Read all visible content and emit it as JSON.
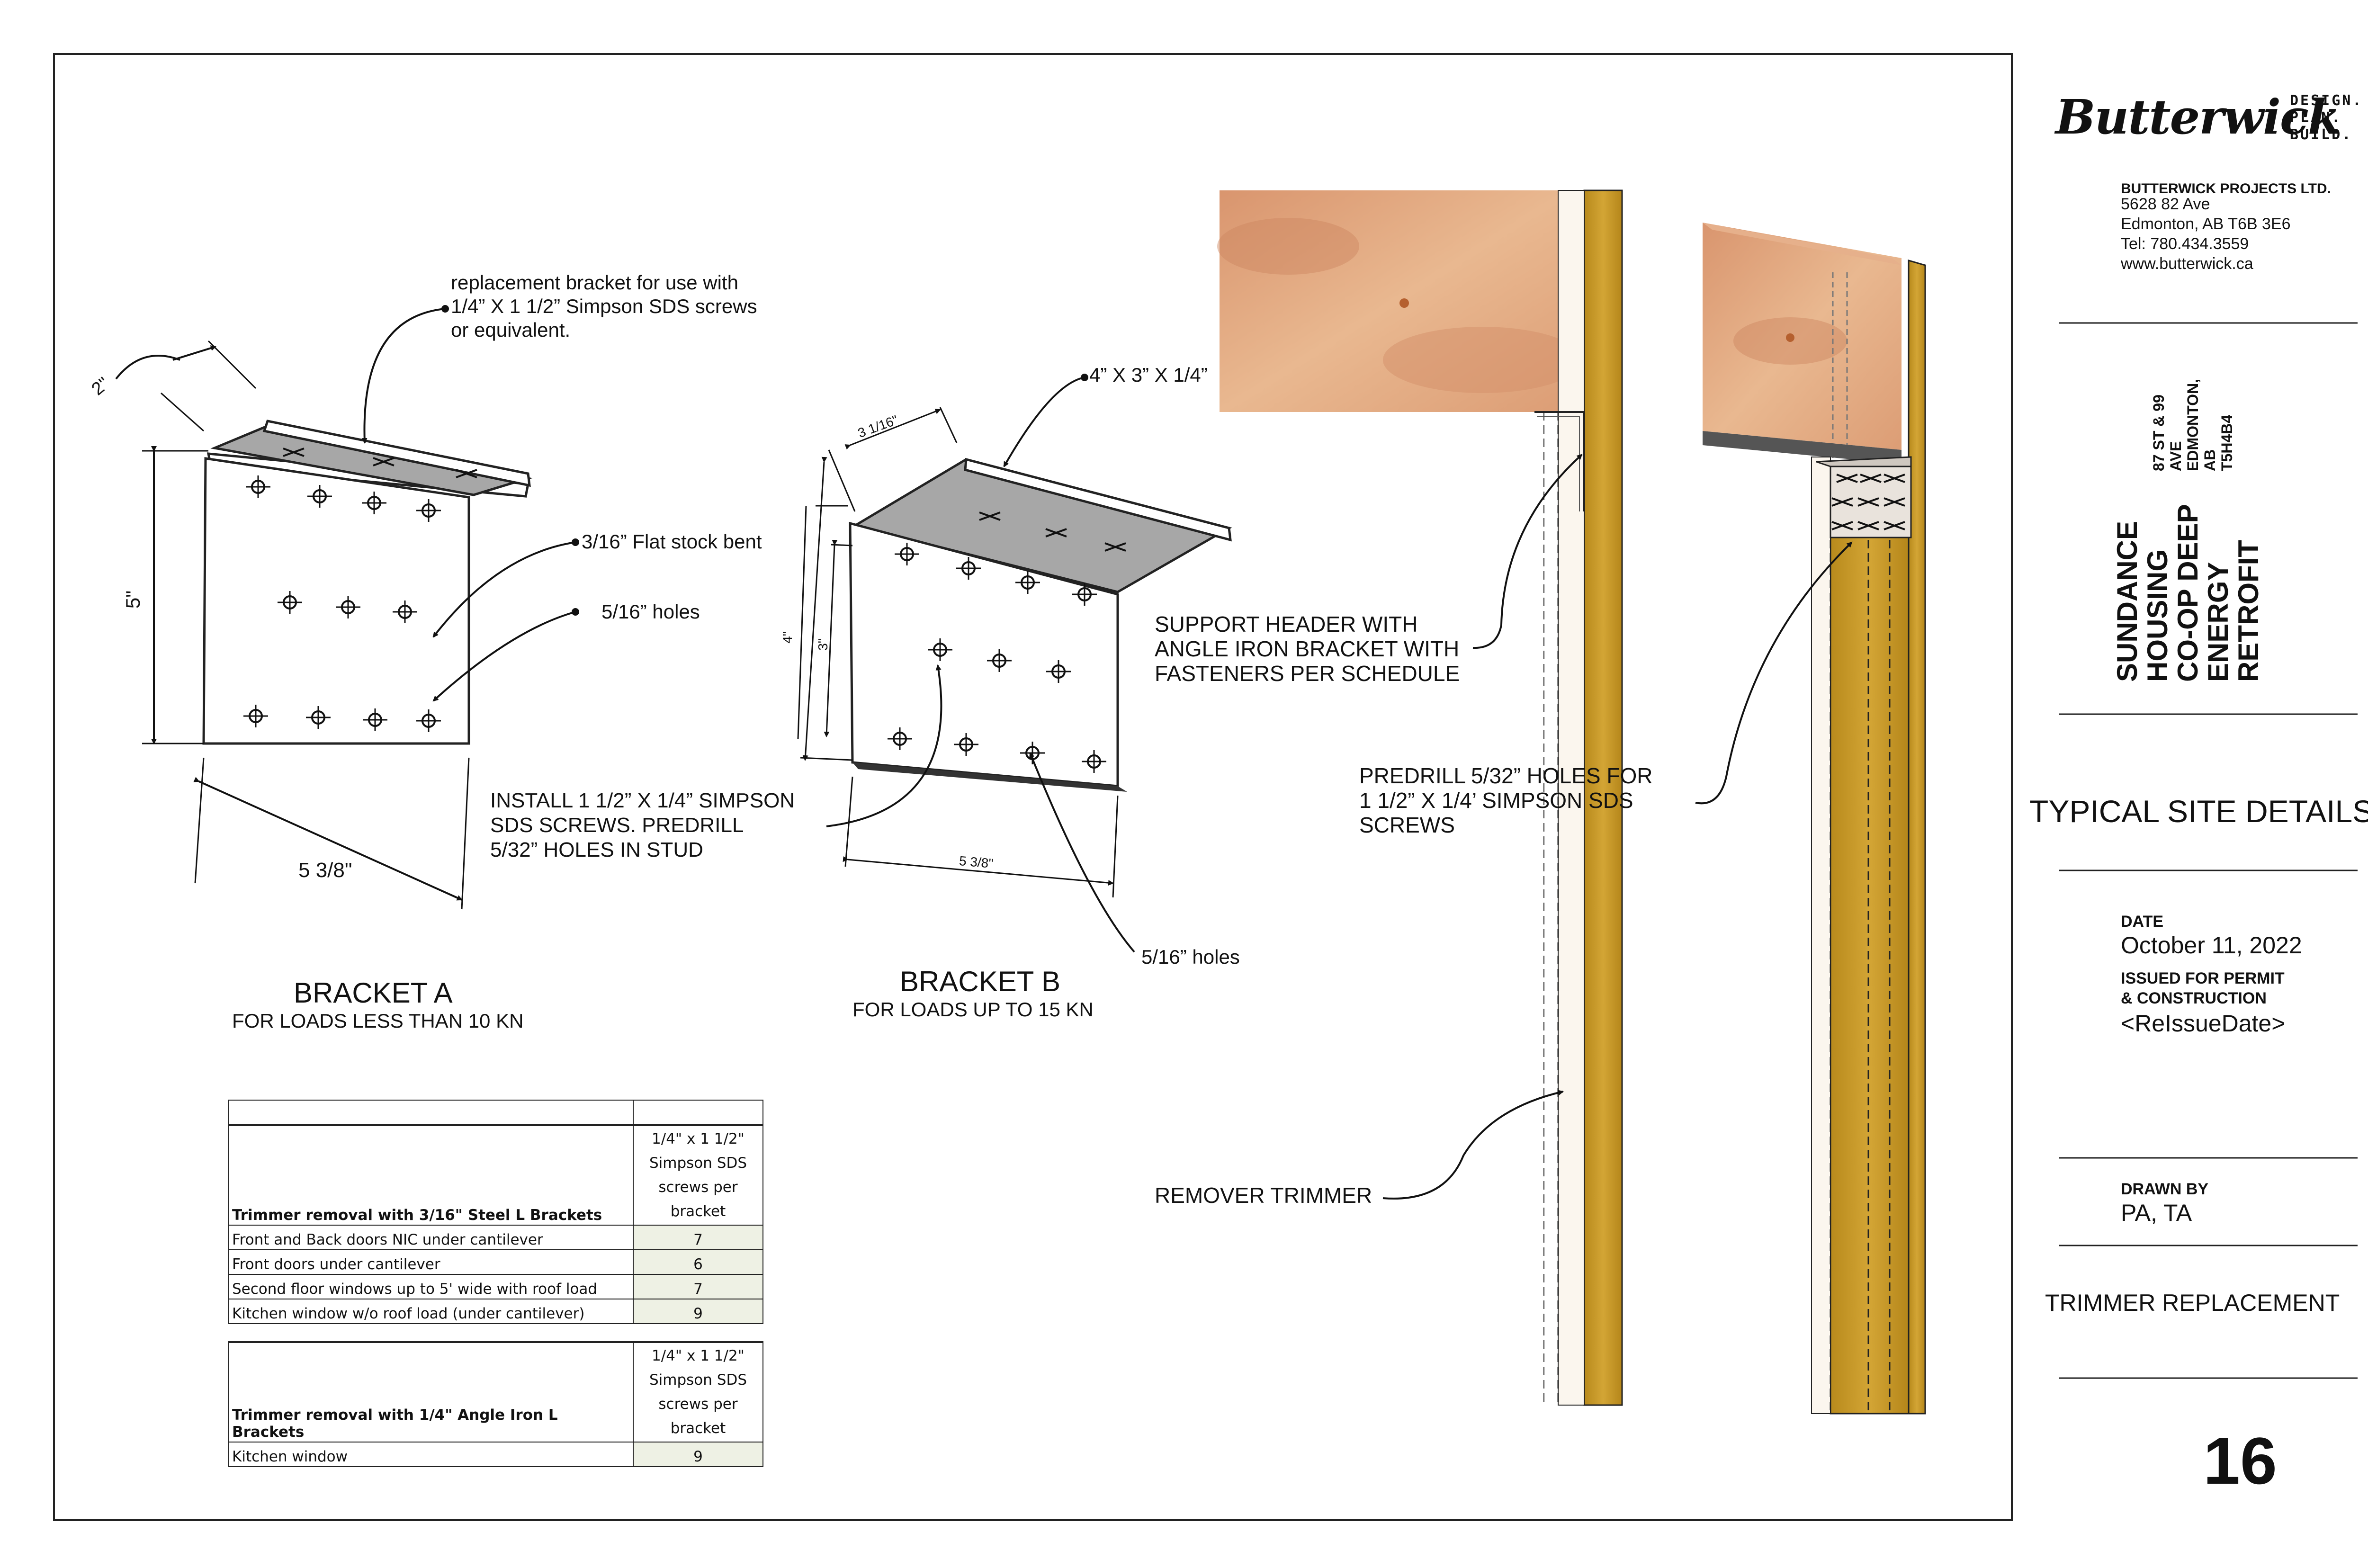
{
  "bracket_a": {
    "callout_replacement": "replacement bracket for use with\n1/4” X 1 1/2” Simpson SDS screws\nor equivalent.",
    "callout_flat_stock": "3/16” Flat stock bent",
    "callout_holes": "5/16” holes",
    "dim_width": "2\"",
    "dim_height": "5\"",
    "dim_length": "5 3/8\"",
    "title": "BRACKET A",
    "subtitle": "FOR LOADS LESS THAN 10 KN"
  },
  "bracket_b": {
    "callout_size": "4” X 3” X 1/4”",
    "callout_install": "INSTALL 1 1/2” X 1/4” SIMPSON\nSDS SCREWS. PREDRILL\n5/32” HOLES IN STUD",
    "callout_holes": "5/16” holes",
    "dim_width": "3 1/16\"",
    "dim_height_outer": "4\"",
    "dim_height_inner": "3\"",
    "dim_length": "5 3/8\"",
    "title": "BRACKET B",
    "subtitle": "FOR LOADS UP TO 15 KN"
  },
  "details": {
    "support_header": "SUPPORT HEADER WITH\nANGLE IRON BRACKET WITH\nFASTENERS PER SCHEDULE",
    "predrill": "PREDRILL 5/32” HOLES FOR\n1 1/2” X 1/4’ SIMPSON SDS\nSCREWS",
    "remove_trimmer": "REMOVER TRIMMER"
  },
  "schedule": {
    "table1": {
      "header_label": "Trimmer removal with 3/16\" Steel L Brackets",
      "header_value": "1/4\" x 1 1/2\"\nSimpson SDS\nscrews per\nbracket",
      "rows": [
        {
          "label": "Front and Back doors NIC under cantilever",
          "value": "7"
        },
        {
          "label": "Front  doors under cantilever",
          "value": "6"
        },
        {
          "label": "Second floor windows up to 5' wide with roof load",
          "value": "7"
        },
        {
          "label": "Kitchen window w/o roof load (under cantilever)",
          "value": "9"
        }
      ]
    },
    "table2": {
      "header_label": "Trimmer removal with 1/4\" Angle Iron L Brackets",
      "header_value": "1/4\" x 1 1/2\"\nSimpson SDS\nscrews per\nbracket",
      "rows": [
        {
          "label": "Kitchen window",
          "value": "9"
        }
      ]
    }
  },
  "title_block": {
    "logo_text": "Butterwick",
    "logo_tagline": "DESIGN.\nPLAN.\nBUILD.",
    "company": "BUTTERWICK PROJECTS LTD.",
    "address": "5628 82 Ave\nEdmonton, AB T6B 3E6\nTel: 780.434.3559\nwww.butterwick.ca",
    "project_name": "SUNDANCE HOUSING\nCO-OP DEEP ENERGY\nRETROFIT",
    "project_address": "87 ST & 99 AVE\nEDMONTON, AB\nT5H4B4",
    "sheet_title": "TYPICAL SITE DETAILS",
    "date_label": "DATE",
    "date_value": "October 11, 2022",
    "issued_label": "ISSUED FOR PERMIT\n& CONSTRUCTION",
    "reissue_value": "<ReIssueDate>",
    "drawn_by_label": "DRAWN BY",
    "drawn_by_value": "PA, TA",
    "detail_title": "TRIMMER REPLACEMENT",
    "sheet_number": "16"
  }
}
